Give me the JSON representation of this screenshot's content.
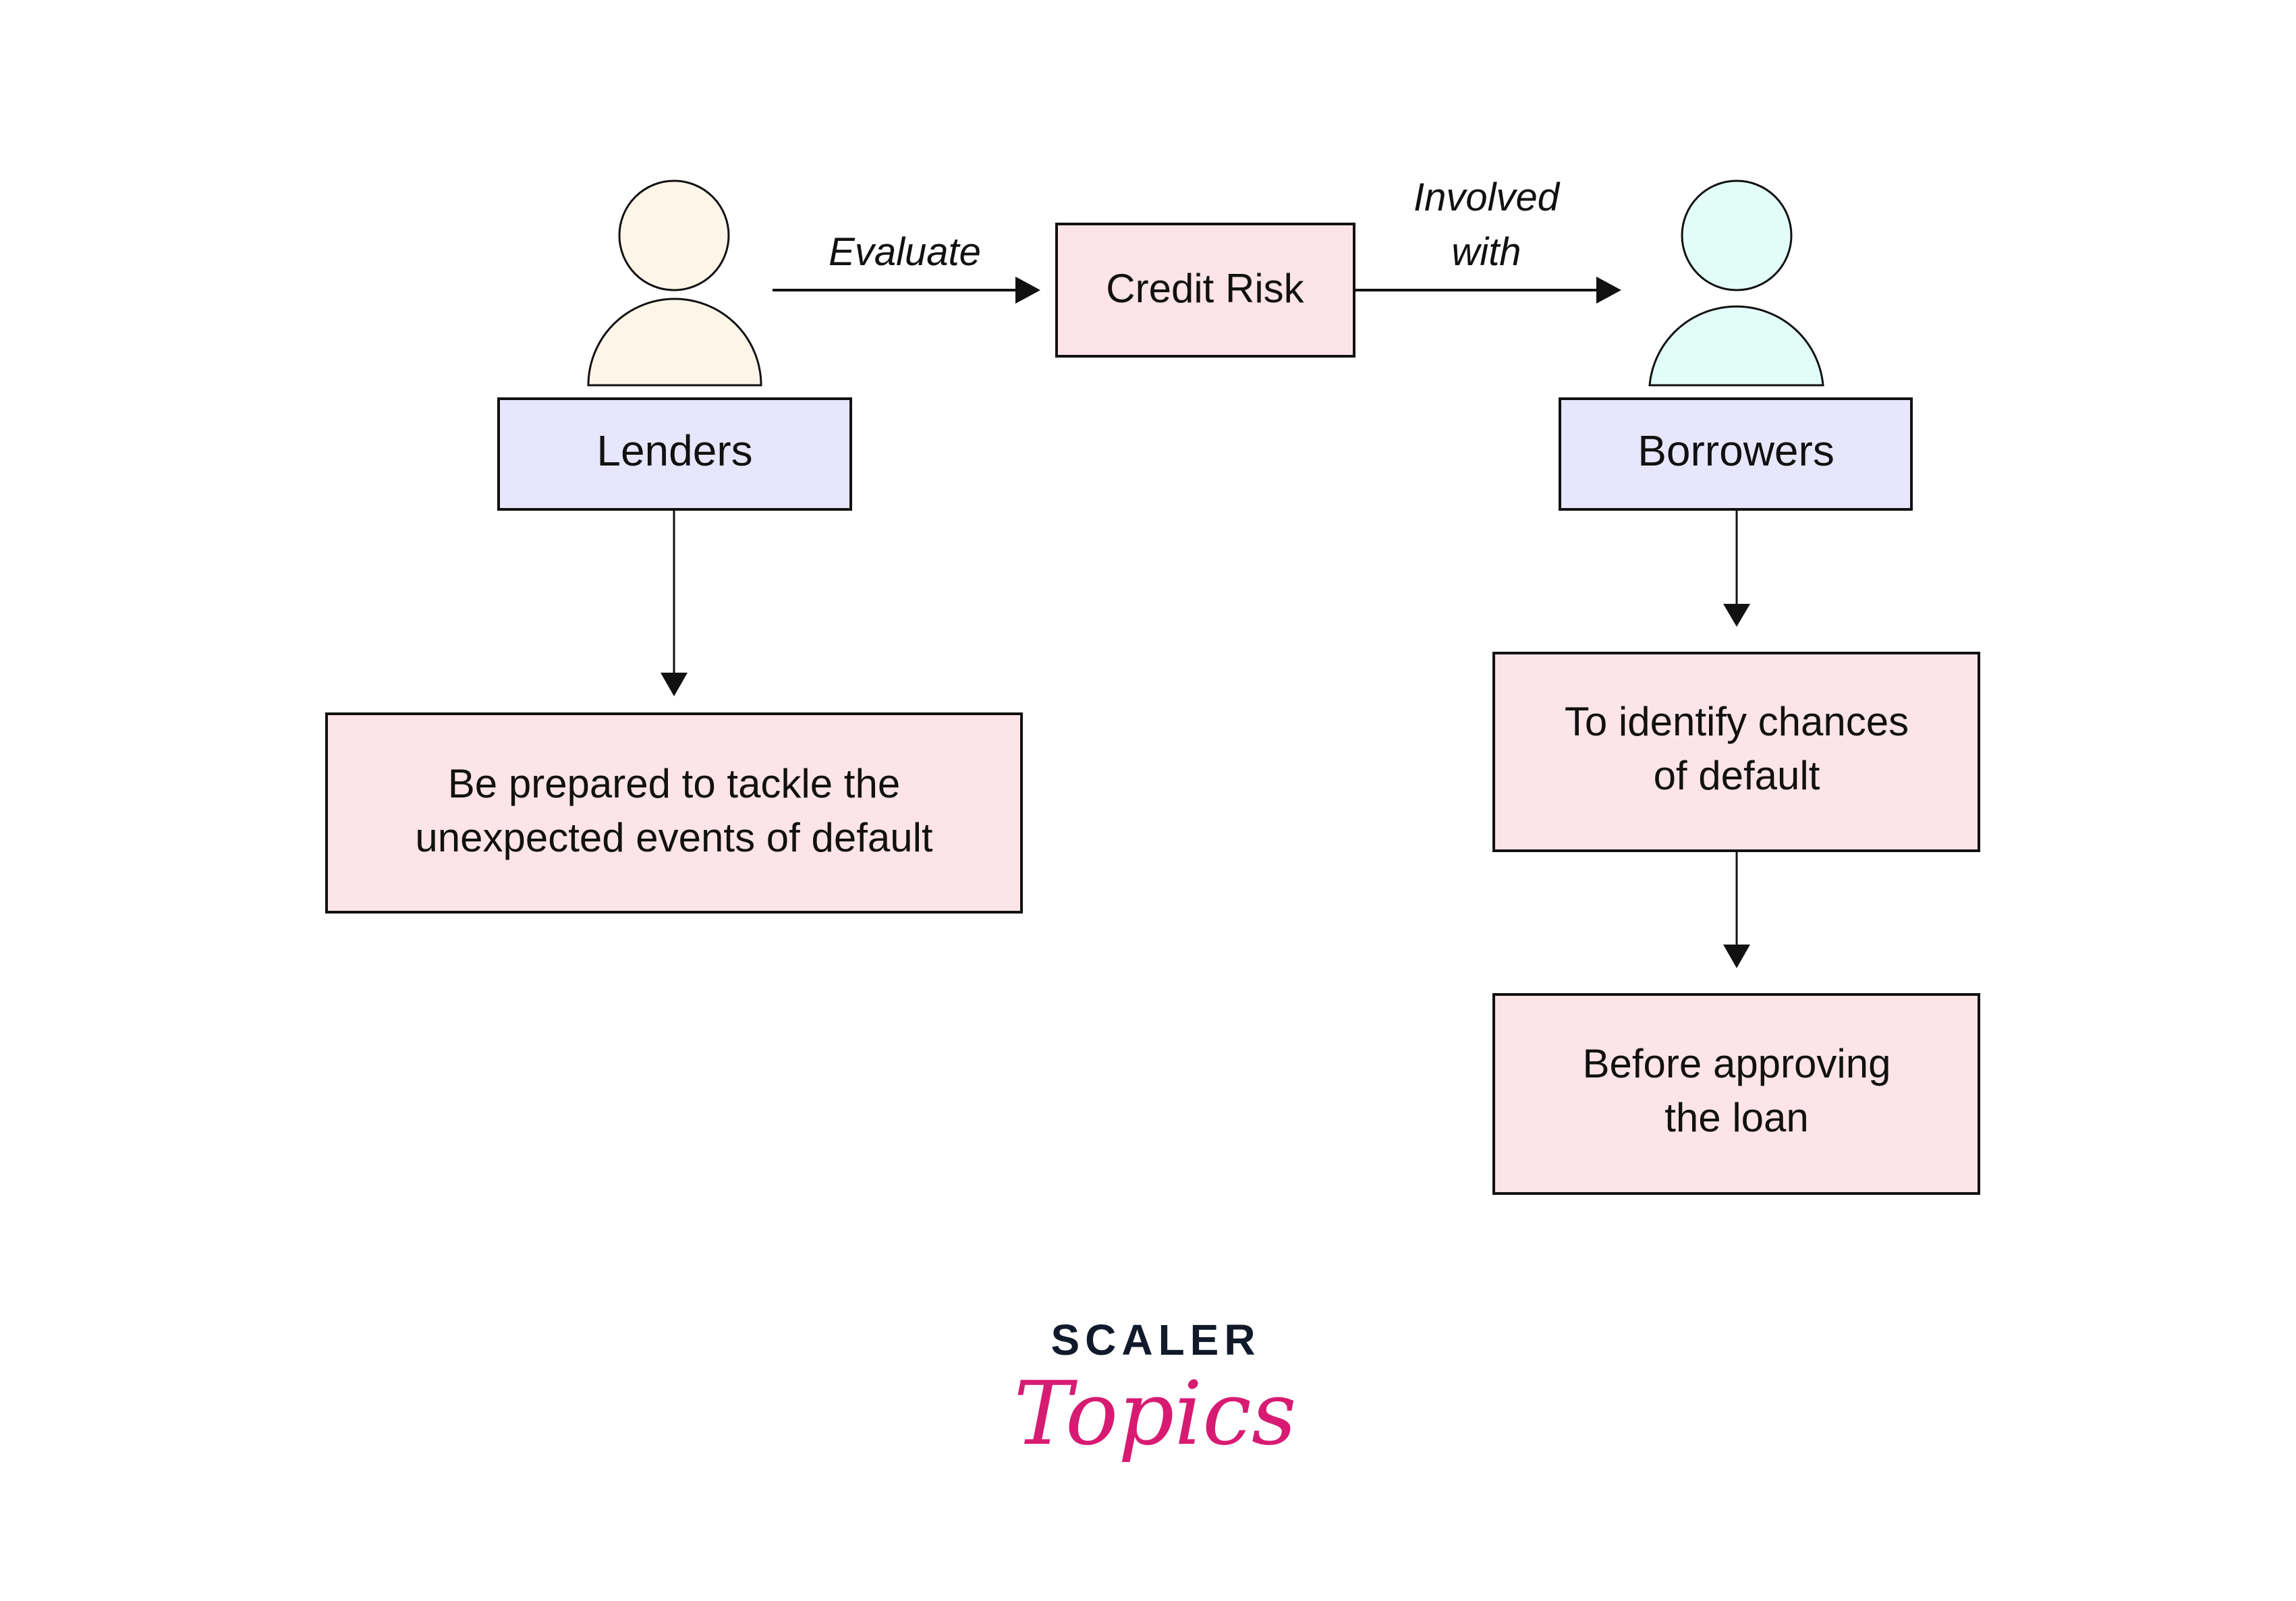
{
  "diagram": {
    "nodes": {
      "lenders": {
        "label": "Lenders"
      },
      "credit_risk": {
        "label": "Credit Risk"
      },
      "borrowers": {
        "label": "Borrowers"
      },
      "lender_outcome": {
        "lines": [
          "Be prepared to tackle the",
          "unexpected events of default"
        ]
      },
      "borrower_outcome": {
        "lines": [
          "To identify chances",
          "of default"
        ]
      },
      "borrower_timing": {
        "lines": [
          "Before approving",
          "the loan"
        ]
      }
    },
    "edges": {
      "evaluate": {
        "label": "Evaluate"
      },
      "involved_with": {
        "lines": [
          "Involved",
          "with"
        ]
      }
    }
  },
  "logo": {
    "top": "SCALER",
    "bottom": "Topics"
  },
  "colors": {
    "person_lender": "#fdf5e8",
    "person_borrower": "#e2fdf8",
    "actor_box": "#e7e6fd",
    "info_box": "#fde4e8",
    "logo_dark": "#111a2b",
    "logo_pink": "#d81b72"
  }
}
